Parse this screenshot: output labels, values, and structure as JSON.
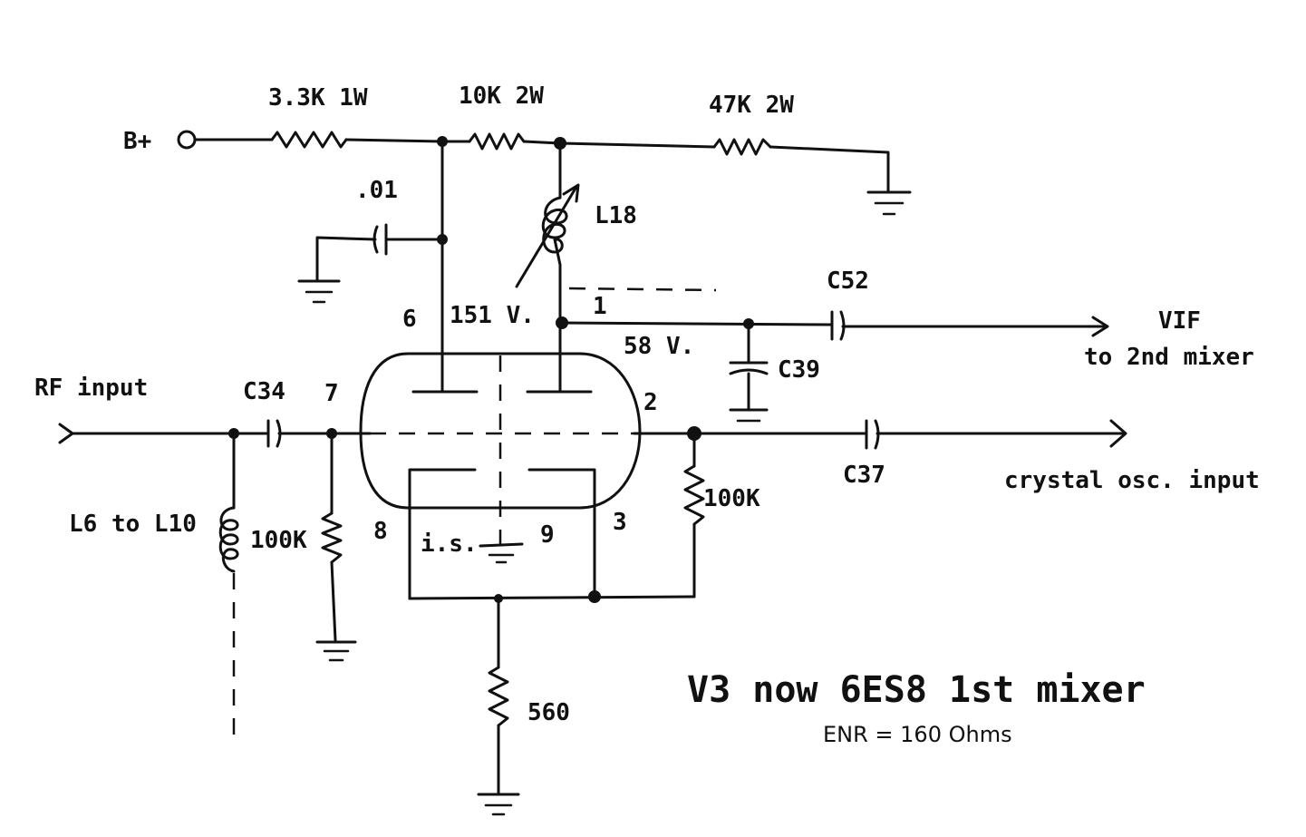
{
  "labels": {
    "bplus": "B+",
    "r_3k3": "3.3K 1W",
    "r_10k": "10K 2W",
    "r_47k": "47K 2W",
    "c_01": ".01",
    "l18": "L18",
    "c52": "C52",
    "vif": "VIF",
    "to_2nd_mixer": "to 2nd mixer",
    "pin6": "6",
    "v151": "151 V.",
    "pin1": "1",
    "v58": "58 V.",
    "c39": "C39",
    "rf_input": "RF input",
    "c34": "C34",
    "pin7": "7",
    "pin2": "2",
    "c37": "C37",
    "crystal_osc_input": "crystal osc. input",
    "l6_l10": "L6 to L10",
    "r_100k_left": "100K",
    "pin8": "8",
    "is": "i.s.",
    "pin9": "9",
    "pin3": "3",
    "r_100k_right": "100K",
    "r_560": "560",
    "title": "V3 now 6ES8 1st mixer",
    "enr": "ENR = 160 Ohms"
  }
}
